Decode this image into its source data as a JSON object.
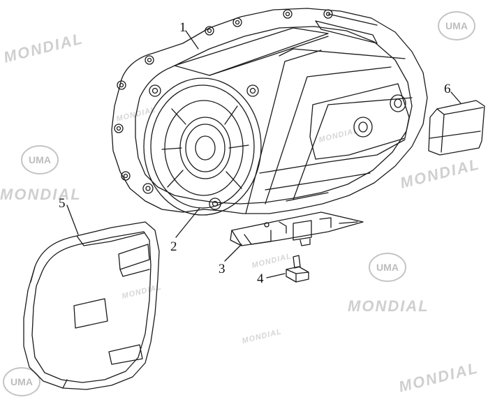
{
  "watermark": {
    "brand": "MONDIAL",
    "logo": "UMA",
    "color": "#cfcfcf",
    "logo_icon": "uma-logo-icon"
  },
  "callouts": [
    {
      "number": "1"
    },
    {
      "number": "2"
    },
    {
      "number": "3"
    },
    {
      "number": "4"
    },
    {
      "number": "5"
    },
    {
      "number": "6"
    }
  ],
  "line_color": "#1a1a1a"
}
